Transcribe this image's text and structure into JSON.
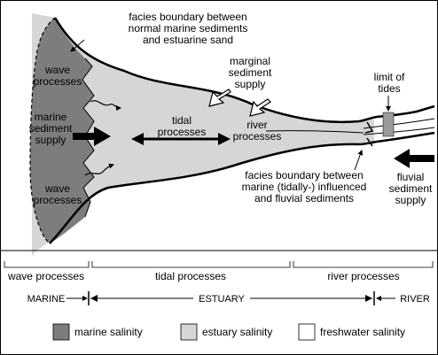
{
  "diagram": {
    "labels": {
      "facies_top_1": "facies boundary between",
      "facies_top_2": "normal marine sediments",
      "facies_top_3": "and estuarine sand",
      "marginal_1": "marginal",
      "marginal_2": "sediment",
      "marginal_3": "supply",
      "limit_1": "limit of",
      "limit_2": "tides",
      "wave_top_1": "wave",
      "wave_top_2": "processes",
      "marine_supply_1": "marine",
      "marine_supply_2": "sediment",
      "marine_supply_3": "supply",
      "wave_bot_1": "wave",
      "wave_bot_2": "processes",
      "tidal_1": "tidal",
      "tidal_2": "processes",
      "river_1": "river",
      "river_2": "processes",
      "facies_bot_1": "facies boundary between",
      "facies_bot_2": "marine (tidally-) influenced",
      "facies_bot_3": "and fluvial sediments",
      "fluvial_1": "fluvial",
      "fluvial_2": "sediment",
      "fluvial_3": "supply"
    },
    "process_zones": [
      "wave processes",
      "tidal processes",
      "river processes"
    ],
    "environment_zones": [
      "MARINE",
      "ESTUARY",
      "RIVER"
    ],
    "legend": [
      {
        "label": "marine salinity",
        "color": "#7d7d7d"
      },
      {
        "label": "estuary salinity",
        "color": "#d6d6d6"
      },
      {
        "label": "freshwater salinity",
        "color": "#ffffff"
      }
    ]
  }
}
